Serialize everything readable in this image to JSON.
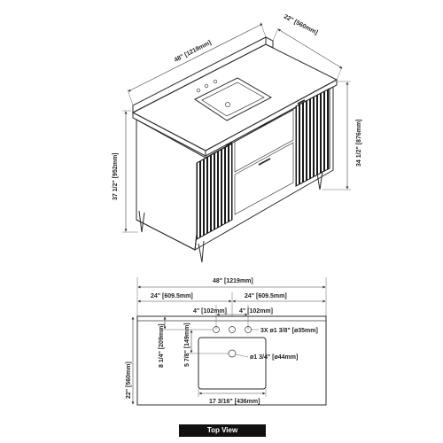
{
  "perspective": {
    "width": "48\" [1219mm]",
    "depth": "22\" [560mm]",
    "total_height": "37 1/2\" [952mm]",
    "counter_height": "34 1/2\" [876mm]"
  },
  "top_view": {
    "overall_width": "48\" [1219mm]",
    "half_left": "24\" [609.5mm]",
    "half_right": "24\" [609.5mm]",
    "faucet_spacing_left": "4\" [102mm]",
    "faucet_spacing_right": "4\" [102mm]",
    "holes_note": "3X ø1 3/8\" [ø35mm]",
    "drain_note": "ø1 3/4\" [ø44mm]",
    "depth": "22\" [560mm]",
    "hole_offset": "8 1/4\" [209mm]",
    "drain_offset": "5 7/8\" [149mm]",
    "sink_width": "17 3/16\" [436mm]",
    "title": "Top View"
  }
}
